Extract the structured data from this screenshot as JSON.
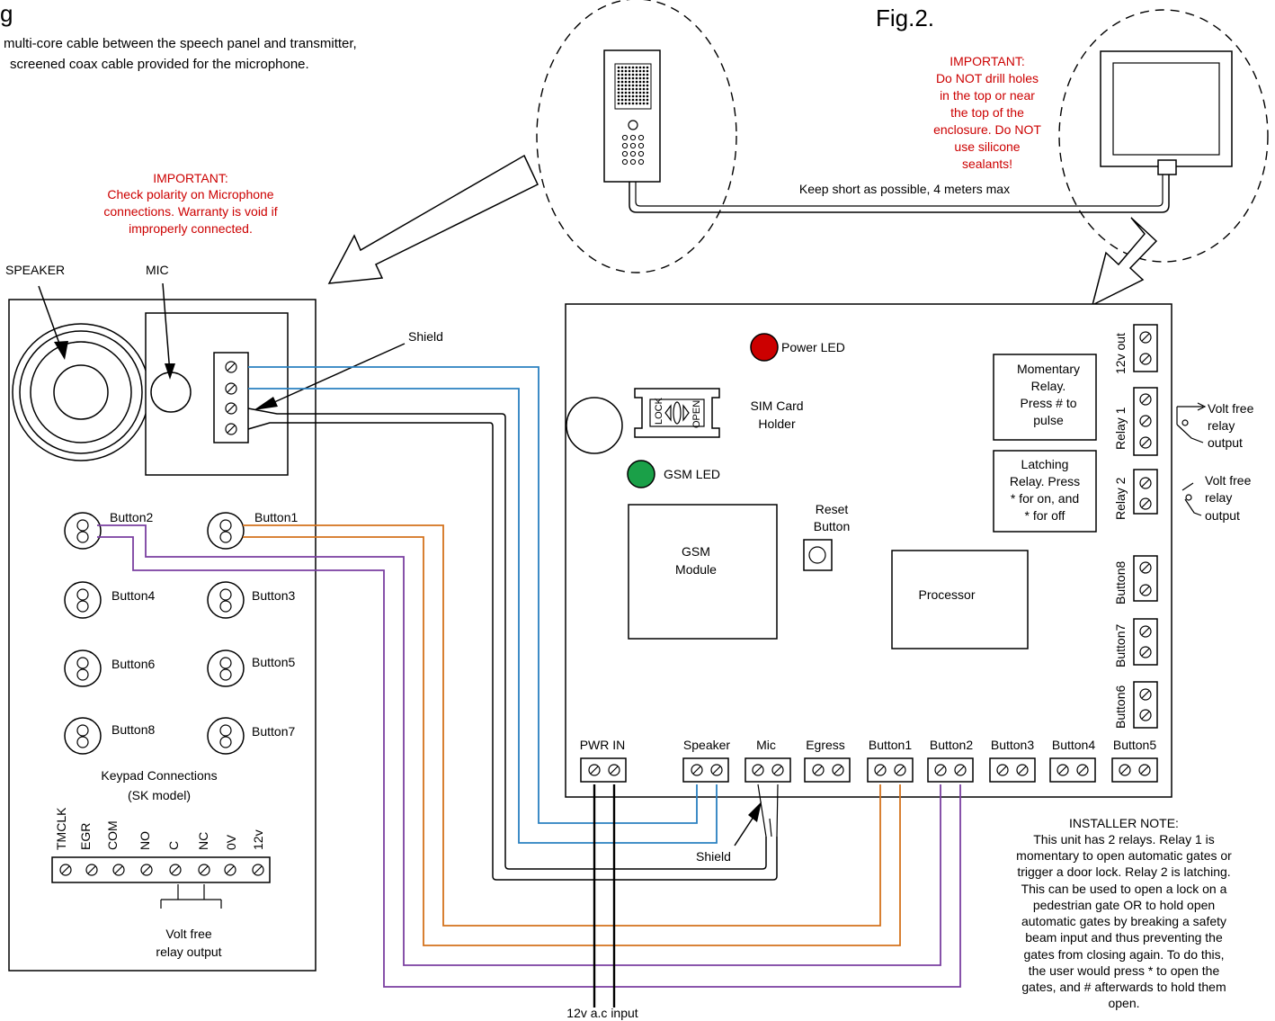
{
  "header": {
    "title_fragment": "g",
    "intro_line1": "multi-core cable between the speech panel and transmitter,",
    "intro_line2": "screened coax cable provided for the microphone.",
    "fig_label": "Fig.2."
  },
  "notes": {
    "enclosure_warning": [
      "IMPORTANT:",
      "Do NOT drill holes",
      "in the top or near",
      "the top of the",
      "enclosure. Do NOT",
      "use silicone",
      "sealants!"
    ],
    "mic_warning": [
      "IMPORTANT:",
      "Check polarity on Microphone",
      "connections. Warranty is void if",
      "improperly connected."
    ],
    "cable_length": "Keep short as possible, 4 meters max",
    "installer_note": [
      "INSTALLER NOTE:",
      "This unit has 2 relays. Relay 1 is",
      "momentary to open automatic gates or",
      "trigger a door lock. Relay 2 is latching.",
      "This can be used to open a lock on a",
      "pedestrian gate OR to hold open",
      "automatic gates by breaking a safety",
      "beam input and thus preventing the",
      "gates from closing again. To do this,",
      "the user would press * to open the",
      "gates, and # afterwards to hold them",
      "open."
    ]
  },
  "speech_panel": {
    "speaker_label": "SPEAKER",
    "mic_label": "MIC",
    "shield_label": "Shield",
    "buttons": [
      "Button2",
      "Button1",
      "Button4",
      "Button3",
      "Button6",
      "Button5",
      "Button8",
      "Button7"
    ],
    "keypad_title": [
      "Keypad Connections",
      "(SK model)"
    ],
    "keypad_terminals": [
      "TMCLK",
      "EGR",
      "COM",
      "NO",
      "C",
      "NC",
      "0V",
      "12v"
    ],
    "relay_output_label": [
      "Volt free",
      "relay output"
    ]
  },
  "main_board": {
    "power_led": "Power LED",
    "gsm_led": "GSM LED",
    "sim_holder": [
      "SIM Card",
      "Holder"
    ],
    "sim_lock": "LOCK",
    "sim_open": "OPEN",
    "reset_button": [
      "Reset",
      "Button"
    ],
    "gsm_module": [
      "GSM",
      "Module"
    ],
    "processor": "Processor",
    "momentary_relay": [
      "Momentary",
      "Relay.",
      "Press # to",
      "pulse"
    ],
    "latching_relay": [
      "Latching",
      "Relay. Press",
      "* for on, and",
      "* for off"
    ],
    "side_terminals": [
      "12v out",
      "Relay 1",
      "Relay 2",
      "Button8",
      "Button7",
      "Button6"
    ],
    "relay1_output": [
      "Volt free",
      "relay",
      "output"
    ],
    "relay2_output": [
      "Volt free",
      "relay",
      "output"
    ],
    "bottom_terminals": [
      "PWR IN",
      "Speaker",
      "Mic",
      "Egress",
      "Button1",
      "Button2",
      "Button3",
      "Button4",
      "Button5"
    ],
    "shield_label": "Shield",
    "power_input": "12v a.c input"
  },
  "colors": {
    "speaker_wire": "#2a80c0",
    "button1_wire": "#d4721c",
    "button2_wire": "#7a3fa0",
    "warning_text": "#cc0000",
    "power_led": "#cc0000",
    "gsm_led": "#1aa048"
  }
}
